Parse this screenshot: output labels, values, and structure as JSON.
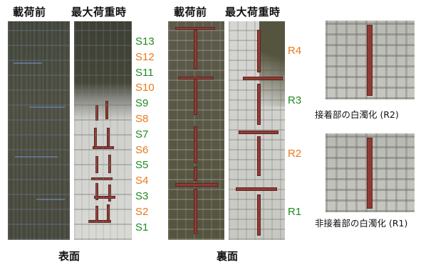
{
  "headers": {
    "front_before": "載荷前",
    "front_max": "最大荷重時",
    "back_before": "載荷前",
    "back_max": "最大荷重時"
  },
  "front_labels": [
    {
      "text": "S13",
      "color": "green"
    },
    {
      "text": "S12",
      "color": "orange"
    },
    {
      "text": "S11",
      "color": "green"
    },
    {
      "text": "S10",
      "color": "orange"
    },
    {
      "text": "S9",
      "color": "green"
    },
    {
      "text": "S8",
      "color": "orange"
    },
    {
      "text": "S7",
      "color": "green"
    },
    {
      "text": "S6",
      "color": "orange"
    },
    {
      "text": "S5",
      "color": "green"
    },
    {
      "text": "S4",
      "color": "orange"
    },
    {
      "text": "S3",
      "color": "green"
    },
    {
      "text": "S2",
      "color": "orange"
    },
    {
      "text": "S1",
      "color": "green"
    }
  ],
  "back_labels": [
    {
      "text": "R4",
      "color": "orange"
    },
    {
      "text": "R3",
      "color": "green"
    },
    {
      "text": "R2",
      "color": "orange"
    },
    {
      "text": "R1",
      "color": "green"
    }
  ],
  "captions": {
    "zoom_top": "接着部の白濁化 (R2)",
    "zoom_bottom": "非接着部の白濁化 (R1)",
    "front": "表面",
    "back": "裏面"
  },
  "colors": {
    "green": "#1f8a1f",
    "orange": "#e8781e",
    "red_marker": "#8f3b34"
  }
}
